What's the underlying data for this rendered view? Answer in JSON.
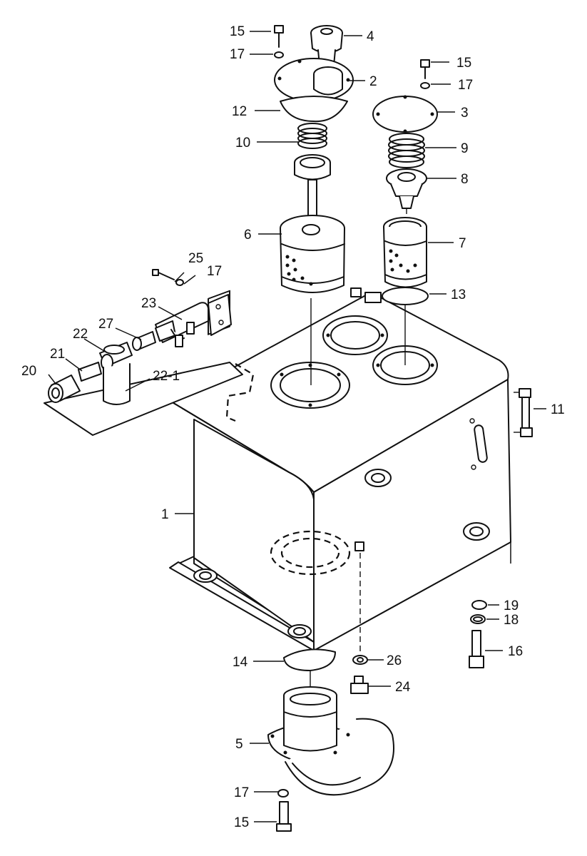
{
  "part_labels": {
    "p1": "1",
    "p2": "2",
    "p3": "3",
    "p4": "4",
    "p5": "5",
    "p6": "6",
    "p7": "7",
    "p8": "8",
    "p9": "9",
    "p10": "10",
    "p11": "11",
    "p12": "12",
    "p13": "13",
    "p14": "14",
    "p15_top": "15",
    "p15_right": "15",
    "p15_bottom": "15",
    "p16": "16",
    "p17_top": "17",
    "p17_right": "17",
    "p17_left": "17",
    "p17_bottom": "17",
    "p18": "18",
    "p19": "19",
    "p20": "20",
    "p21": "21",
    "p22": "22",
    "p22_1": "22-1",
    "p23": "23",
    "p24": "24",
    "p25": "25",
    "p26": "26",
    "p27": "27"
  }
}
